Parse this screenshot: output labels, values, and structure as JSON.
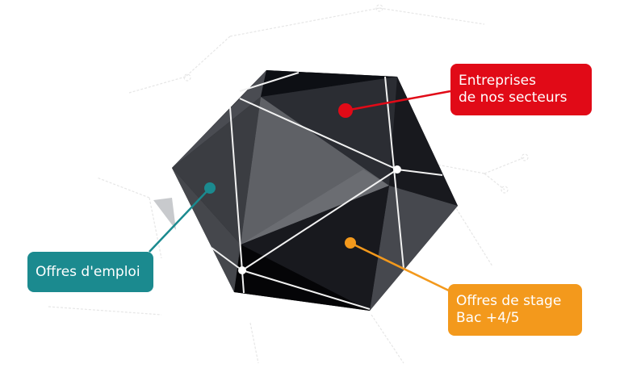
{
  "labels": {
    "enterprises": {
      "line1": "Entreprises",
      "line2": "de nos secteurs",
      "color": "#e10a17"
    },
    "jobs": {
      "text": "Offres d'emploi",
      "color": "#1b8a8f"
    },
    "internships": {
      "line1": "Offres de stage",
      "line2": "Bac +4/5",
      "color": "#f3991c"
    }
  }
}
